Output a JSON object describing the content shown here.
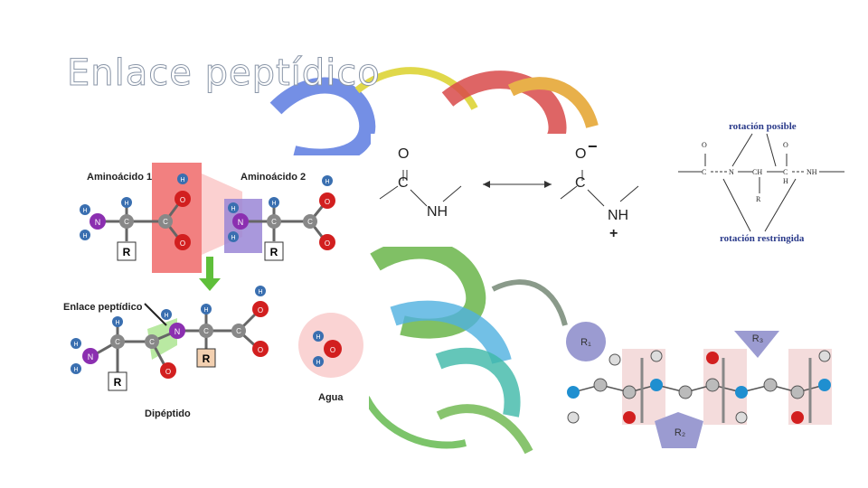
{
  "slide": {
    "title": "Enlace peptídico"
  },
  "formation": {
    "amino_acid_1": "Aminoácido 1",
    "amino_acid_2": "Aminoácido 2",
    "peptide_bond": "Enlace peptídico",
    "dipeptide": "Dipéptido",
    "water": "Agua",
    "atoms": {
      "H": "H",
      "N": "N",
      "C": "C",
      "O": "O",
      "R": "R"
    }
  },
  "resonance": {
    "left": {
      "o": "O",
      "c": "C",
      "nh": "NH"
    },
    "right": {
      "o": "O",
      "charge_minus": "−",
      "c": "C",
      "nh": "NH",
      "charge_plus": "+"
    }
  },
  "rotation": {
    "possible": "rotación posible",
    "restricted": "rotación restringida",
    "atoms": {
      "o": "O",
      "c": "C",
      "n": "N",
      "ch": "CH",
      "nh": "NH",
      "h": "H",
      "r": "R"
    }
  },
  "plane": {
    "r1": "R₁",
    "r2": "R₂",
    "r3": "R₃"
  },
  "colors": {
    "title_outline": "#8a96a8",
    "red_highlight": "#f06a6a",
    "purple_highlight": "#9a86d6",
    "green_arrow": "#5fbf3a",
    "pink_plane": "#f3d8d8",
    "purple_sidechain": "#9b9bd1"
  }
}
